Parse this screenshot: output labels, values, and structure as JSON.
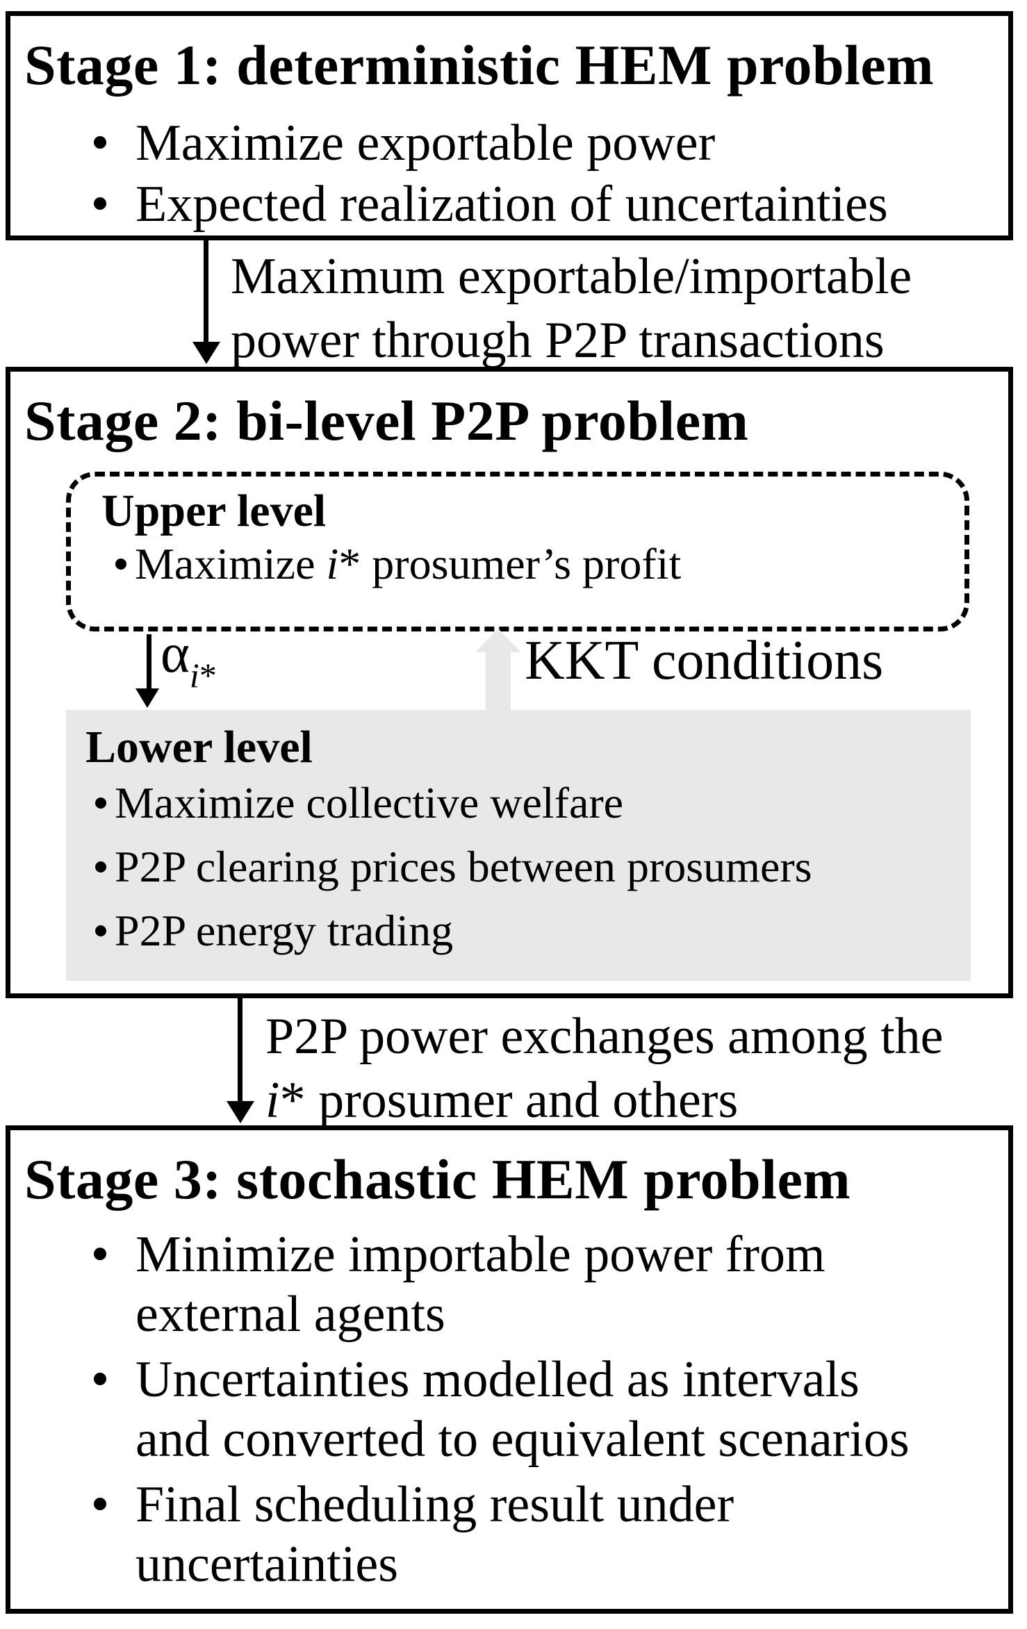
{
  "diagram": {
    "stage1": {
      "title": "Stage 1: deterministic HEM problem",
      "bullets": [
        {
          "lines": [
            "Maximize exportable power"
          ]
        },
        {
          "lines": [
            "Expected realization of uncertainties"
          ]
        }
      ]
    },
    "arrow1": {
      "label_lines": [
        "Maximum exportable/importable",
        "power through P2P transactions"
      ]
    },
    "stage2": {
      "title": "Stage 2: bi-level P2P problem",
      "upper": {
        "heading": "Upper level",
        "bullet": {
          "pre": "Maximize ",
          "var": "i",
          "post": "* prosumer’s profit"
        }
      },
      "alpha": {
        "symbol": "α",
        "sub_italic": "i",
        "sub_mark": "*"
      },
      "kkt_label": "KKT conditions",
      "lower": {
        "heading": "Lower level",
        "bullets": [
          {
            "lines": [
              "Maximize collective welfare"
            ]
          },
          {
            "lines": [
              "P2P clearing prices between prosumers"
            ]
          },
          {
            "lines": [
              "P2P energy trading"
            ]
          }
        ]
      }
    },
    "arrow2": {
      "label_line1": "P2P power exchanges among the",
      "label_line2": {
        "var": "i",
        "post": "* prosumer and others"
      }
    },
    "stage3": {
      "title": "Stage 3: stochastic HEM problem",
      "bullets": [
        {
          "lines": [
            "Minimize importable power from",
            "external agents"
          ]
        },
        {
          "lines": [
            "Uncertainties modelled as intervals",
            "and converted to equivalent scenarios"
          ]
        },
        {
          "lines": [
            "Final scheduling result under",
            "uncertainties"
          ]
        }
      ]
    },
    "colors": {
      "shaded_fill": "#e8e8e8",
      "line": "#000000",
      "background": "#ffffff"
    }
  }
}
